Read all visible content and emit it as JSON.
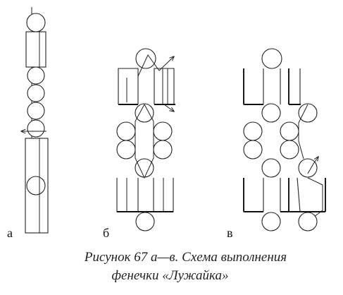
{
  "figure": {
    "panels": [
      {
        "label": "а"
      },
      {
        "label": "б"
      },
      {
        "label": "в"
      }
    ],
    "caption": {
      "line1": "Рисунок 67 а—в. Схема выполнения",
      "line2": "фенечки «Лужайка»"
    }
  }
}
